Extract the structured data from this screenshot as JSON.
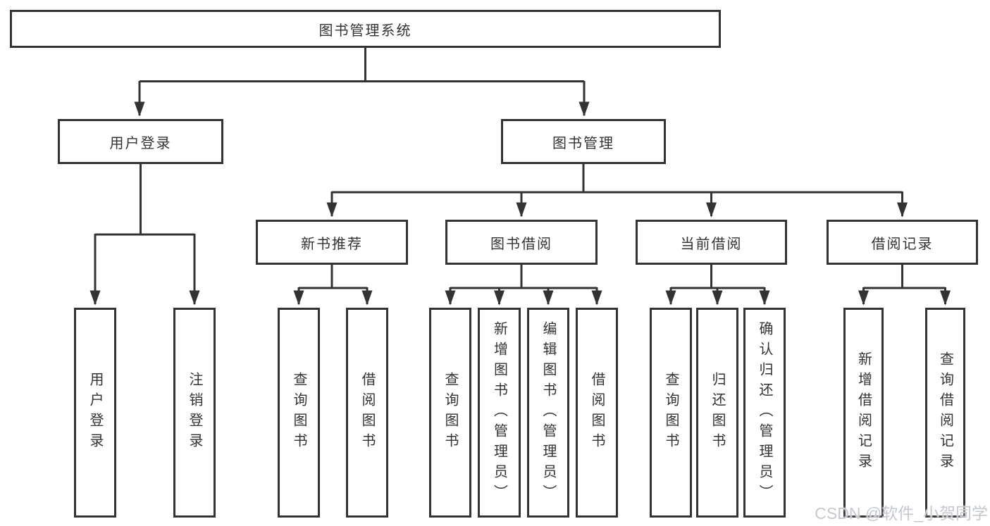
{
  "diagram": {
    "root": {
      "label": "图书管理系统"
    },
    "branches": [
      {
        "label": "用户登录",
        "children": [
          {
            "label": "用户登录"
          },
          {
            "label": "注销登录"
          }
        ]
      },
      {
        "label": "图书管理",
        "children": [
          {
            "label": "新书推荐",
            "children": [
              {
                "label": "查询图书"
              },
              {
                "label": "借阅图书"
              }
            ]
          },
          {
            "label": "图书借阅",
            "children": [
              {
                "label": "查询图书"
              },
              {
                "label": "新增图书（管理员）"
              },
              {
                "label": "编辑图书（管理员）"
              },
              {
                "label": "借阅图书"
              }
            ]
          },
          {
            "label": "当前借阅",
            "children": [
              {
                "label": "查询图书"
              },
              {
                "label": "归还图书"
              },
              {
                "label": "确认归还（管理员）"
              }
            ]
          },
          {
            "label": "借阅记录",
            "children": [
              {
                "label": "新增借阅记录"
              },
              {
                "label": "查询借阅记录"
              }
            ]
          }
        ]
      }
    ]
  },
  "watermark": {
    "text": "CSDN @软件_小贺同学"
  },
  "colors": {
    "line": "#333333",
    "box_border": "#333333",
    "text": "#333333",
    "background": "#ffffff",
    "watermark": "#c5c9ce"
  }
}
